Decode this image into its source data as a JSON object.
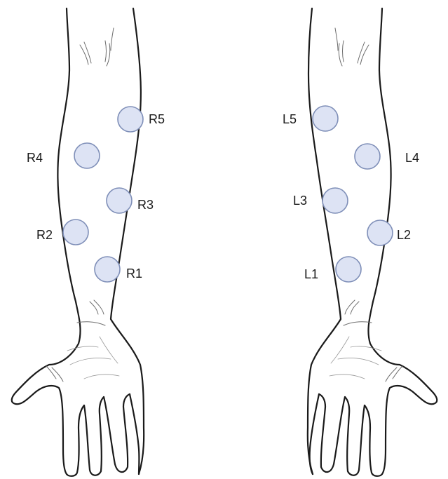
{
  "diagram": {
    "sites_color": "#dde3f4",
    "sites_outline_color": "#7f8fb8",
    "right_arm": {
      "sites": [
        {
          "id": "R5",
          "label": "R5"
        },
        {
          "id": "R4",
          "label": "R4"
        },
        {
          "id": "R3",
          "label": "R3"
        },
        {
          "id": "R2",
          "label": "R2"
        },
        {
          "id": "R1",
          "label": "R1"
        }
      ]
    },
    "left_arm": {
      "sites": [
        {
          "id": "L5",
          "label": "L5"
        },
        {
          "id": "L4",
          "label": "L4"
        },
        {
          "id": "L3",
          "label": "L3"
        },
        {
          "id": "L2",
          "label": "L2"
        },
        {
          "id": "L1",
          "label": "L1"
        }
      ]
    }
  }
}
